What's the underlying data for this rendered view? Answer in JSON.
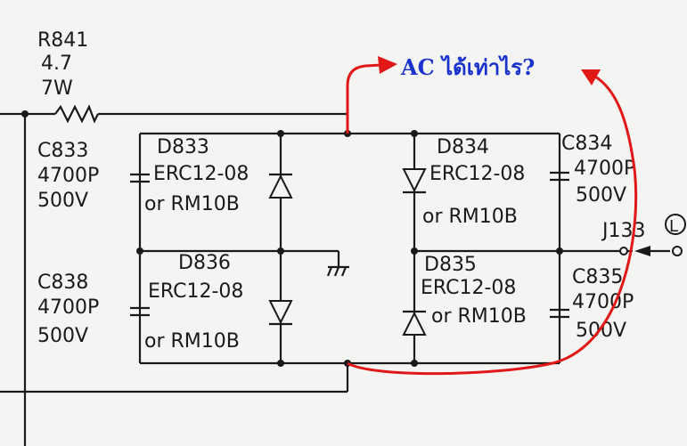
{
  "annotation": {
    "question": "AC ได้เท่าไร?",
    "color": "#e01818",
    "text_color": "#1a33cc"
  },
  "components": {
    "r841": {
      "ref": "R841",
      "value": "4.7",
      "rating": "7W"
    },
    "c833": {
      "ref": "C833",
      "value": "4700P",
      "rating": "500V"
    },
    "c838": {
      "ref": "C838",
      "value": "4700P",
      "rating": "500V"
    },
    "c834": {
      "ref": "C834",
      "value": "4700P",
      "rating": "500V"
    },
    "c835": {
      "ref": "C835",
      "value": "4700P",
      "rating": "500V"
    },
    "d833": {
      "ref": "D833",
      "part": "ERC12-08",
      "alt": "or RM10B"
    },
    "d836": {
      "ref": "D836",
      "part": "ERC12-08",
      "alt": "or RM10B"
    },
    "d834": {
      "ref": "D834",
      "part": "ERC12-08",
      "alt": "or RM10B"
    },
    "d835": {
      "ref": "D835",
      "part": "ERC12-08",
      "alt": "or RM10B"
    },
    "j133": {
      "ref": "J133",
      "marker": "L"
    }
  }
}
